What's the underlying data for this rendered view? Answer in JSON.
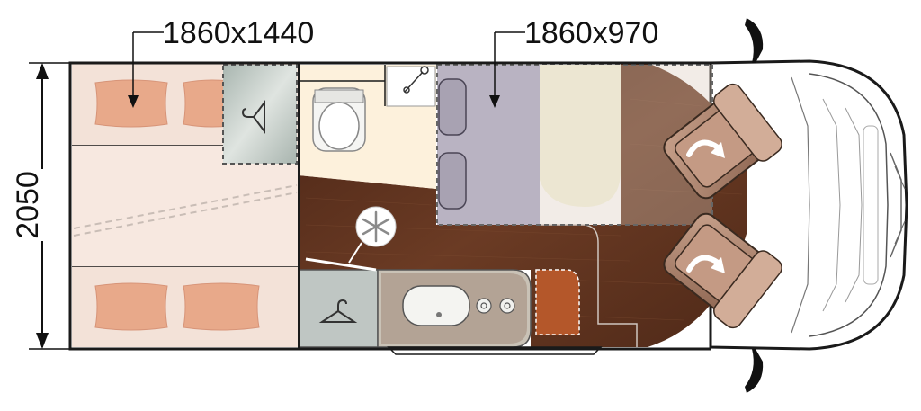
{
  "dimensions": {
    "rear_bed": "1860x1440",
    "dinette_bed": "1860x970",
    "overall_width": "2050"
  },
  "icons": {
    "wardrobe": "hanger-icon",
    "fridge": "snowflake-icon",
    "swivel_seat": "swivel-arrow-icon",
    "sink": "sink-icon",
    "hob": "hob-burner-icon",
    "mirror": "mirror-icon",
    "pillow": "pillow-icon",
    "toilet": "toilet-icon"
  },
  "colors": {
    "wood_floor": "#5a2f1c",
    "bed_fabric": "#f3e2d8",
    "pillow": "#e8a98a",
    "dinette_cushion": "#b9b3c2",
    "table_top": "#ece6d2",
    "bathroom": "#fdf1dc",
    "wardrobe_glass": "#b8c2bc",
    "worktop": "#c9c2b6",
    "seat": "#b48a72",
    "outline": "#1a1a1a"
  }
}
